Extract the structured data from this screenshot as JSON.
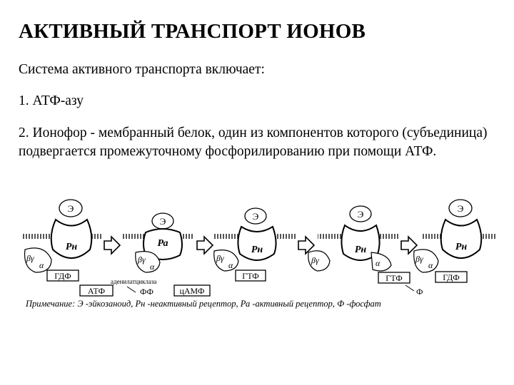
{
  "title": "АКТИВНЫЙ ТРАНСПОРТ ИОНОВ",
  "line1": "Система активного транспорта включает:",
  "line2": "1. АТФ-азу",
  "line3": "2. Ионофор - мембранный белок, один из компонентов которого (субъединица) подвергается промежуточному фосфорилированию при помощи АТФ.",
  "diagram": {
    "e_label": "Э",
    "rn_label": "Рн",
    "ra_label": "Ра",
    "beta_gamma": "βγ",
    "alpha": "α",
    "gdf": "ГДФ",
    "gtf": "ГТФ",
    "atf": "АТФ",
    "camp": "цАМФ",
    "ff": "ФФ",
    "f": "Ф",
    "adenylate_cyclase": "аденилатциклаза",
    "note": "Примечание: Э -эйкозаноид, Рн -неактивный рецептор, Ра -активный рецептор, Ф -фосфат"
  }
}
